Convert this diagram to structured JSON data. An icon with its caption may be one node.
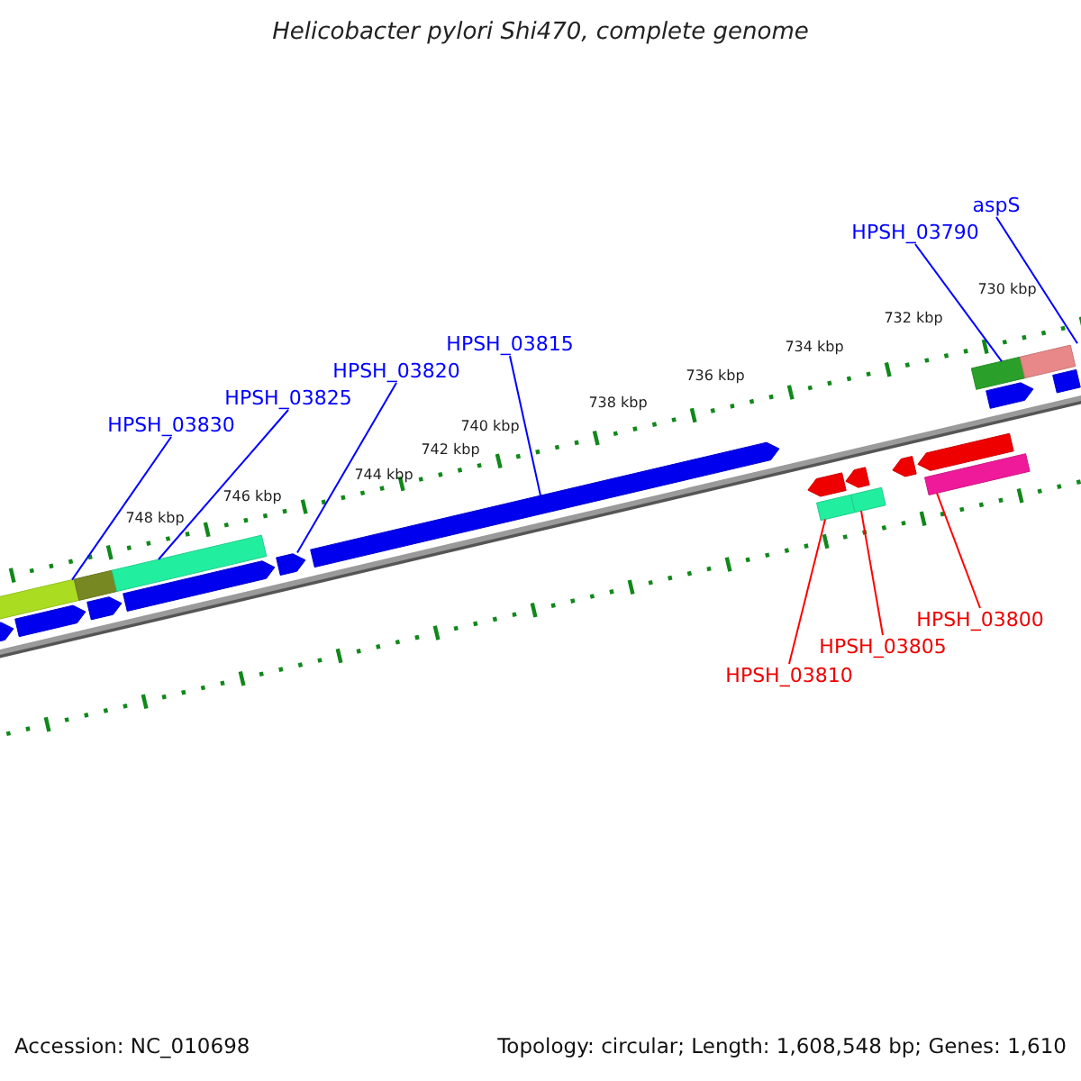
{
  "diagram": {
    "title": "Helicobacter pylori Shi470, complete genome",
    "nodes": [
      {
        "text": [
          "HPSH_03830"
        ]
      },
      {
        "text": [
          "HPSH_03825"
        ]
      },
      {
        "text": [
          "HPSH_03820"
        ]
      },
      {
        "text": [
          "HPSH_03815"
        ]
      },
      {
        "text": [
          "HPSH_03790"
        ]
      },
      {
        "text": [
          "aspS"
        ]
      },
      {
        "text": [
          "HPSH_03810"
        ]
      },
      {
        "text": [
          "HPSH_03805"
        ]
      },
      {
        "text": [
          "HPSH_03800"
        ]
      },
      {
        "text": [],
        "shape": "bar"
      },
      {
        "text": [],
        "shape": "bar"
      },
      {
        "text": [],
        "shape": "bar"
      },
      {
        "text": [],
        "shape": "bar"
      },
      {
        "text": [],
        "shape": "bar"
      },
      {
        "text": [],
        "shape": "bar"
      },
      {
        "text": [],
        "shape": "bar"
      },
      {
        "text": [],
        "shape": "bar"
      },
      {
        "text": [],
        "shape": "bar"
      },
      {
        "text": [],
        "shape": "bar"
      },
      {
        "text": [],
        "shape": "bar"
      },
      {
        "text": [],
        "shape": "bar"
      },
      {
        "text": [],
        "shape": "bar"
      },
      {
        "text": [],
        "shape": "bar"
      },
      {
        "text": [],
        "shape": "bar"
      },
      {
        "text": [],
        "shape": "bar"
      },
      {
        "text": [],
        "shape": "bar"
      },
      {
        "text": [],
        "shape": "bar"
      },
      {
        "text": [],
        "shape": "bar"
      },
      {
        "text": [],
        "shape": "bar"
      }
    ],
    "edges": [
      {
        "from": 0,
        "to": 10,
        "arrow": "none"
      },
      {
        "from": 1,
        "to": 14,
        "arrow": "none"
      },
      {
        "from": 2,
        "to": 16,
        "arrow": "none"
      },
      {
        "from": 3,
        "to": 17,
        "arrow": "none"
      },
      {
        "from": 4,
        "to": 25,
        "arrow": "none"
      },
      {
        "from": 5,
        "to": 27,
        "arrow": "none"
      },
      {
        "from": 6,
        "to": 19,
        "arrow": "none",
        "color": "#ff0000"
      },
      {
        "from": 7,
        "to": 21,
        "arrow": "none",
        "color": "#ff0000"
      },
      {
        "from": 8,
        "to": 24,
        "arrow": "none",
        "color": "#ff0000"
      }
    ],
    "labels": [
      "730 kbp",
      "732 kbp",
      "734 kbp",
      "736 kbp",
      "738 kbp",
      "740 kbp",
      "742 kbp",
      "744 kbp",
      "746 kbp",
      "748 kbp",
      "Accession: NC_010698",
      "Topology: circular; Length: 1,608,548 bp; Genes: 1,610"
    ]
  }
}
